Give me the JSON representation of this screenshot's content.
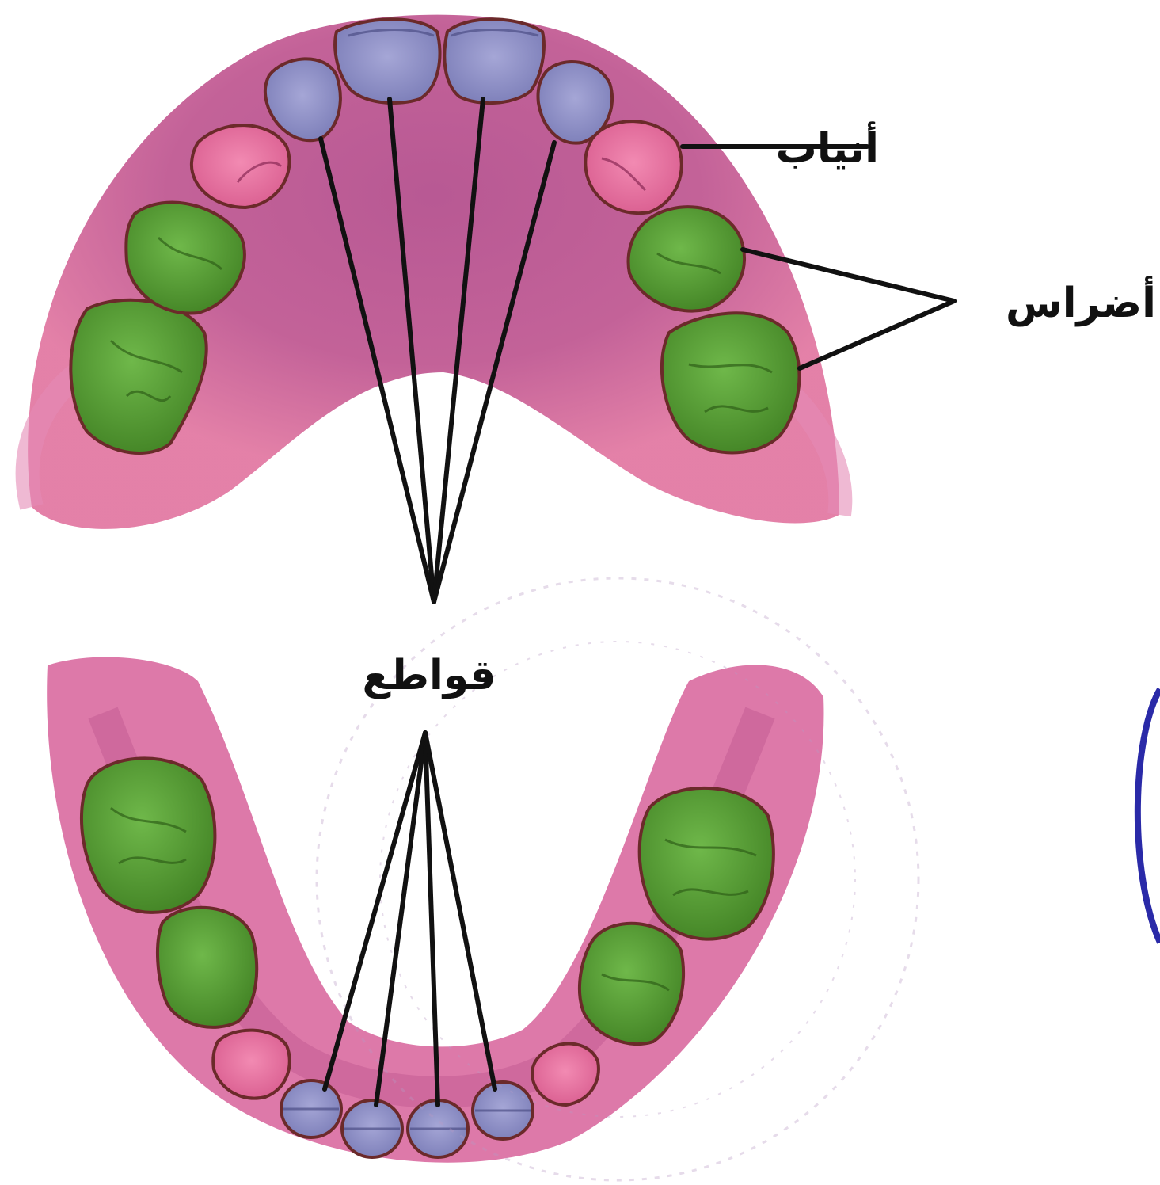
{
  "labels": {
    "canines": "أنياب",
    "molars": "أضراس",
    "incisors": "قواطع"
  },
  "colors": {
    "gum": "#e27aa3",
    "gum_dark": "#b04a86",
    "palate": "#a6407f",
    "incisor": "#8d8fc4",
    "canine": "#e46a9a",
    "molar": "#4f9a2e",
    "stamp": "#2a2aa8",
    "line": "#111111"
  }
}
